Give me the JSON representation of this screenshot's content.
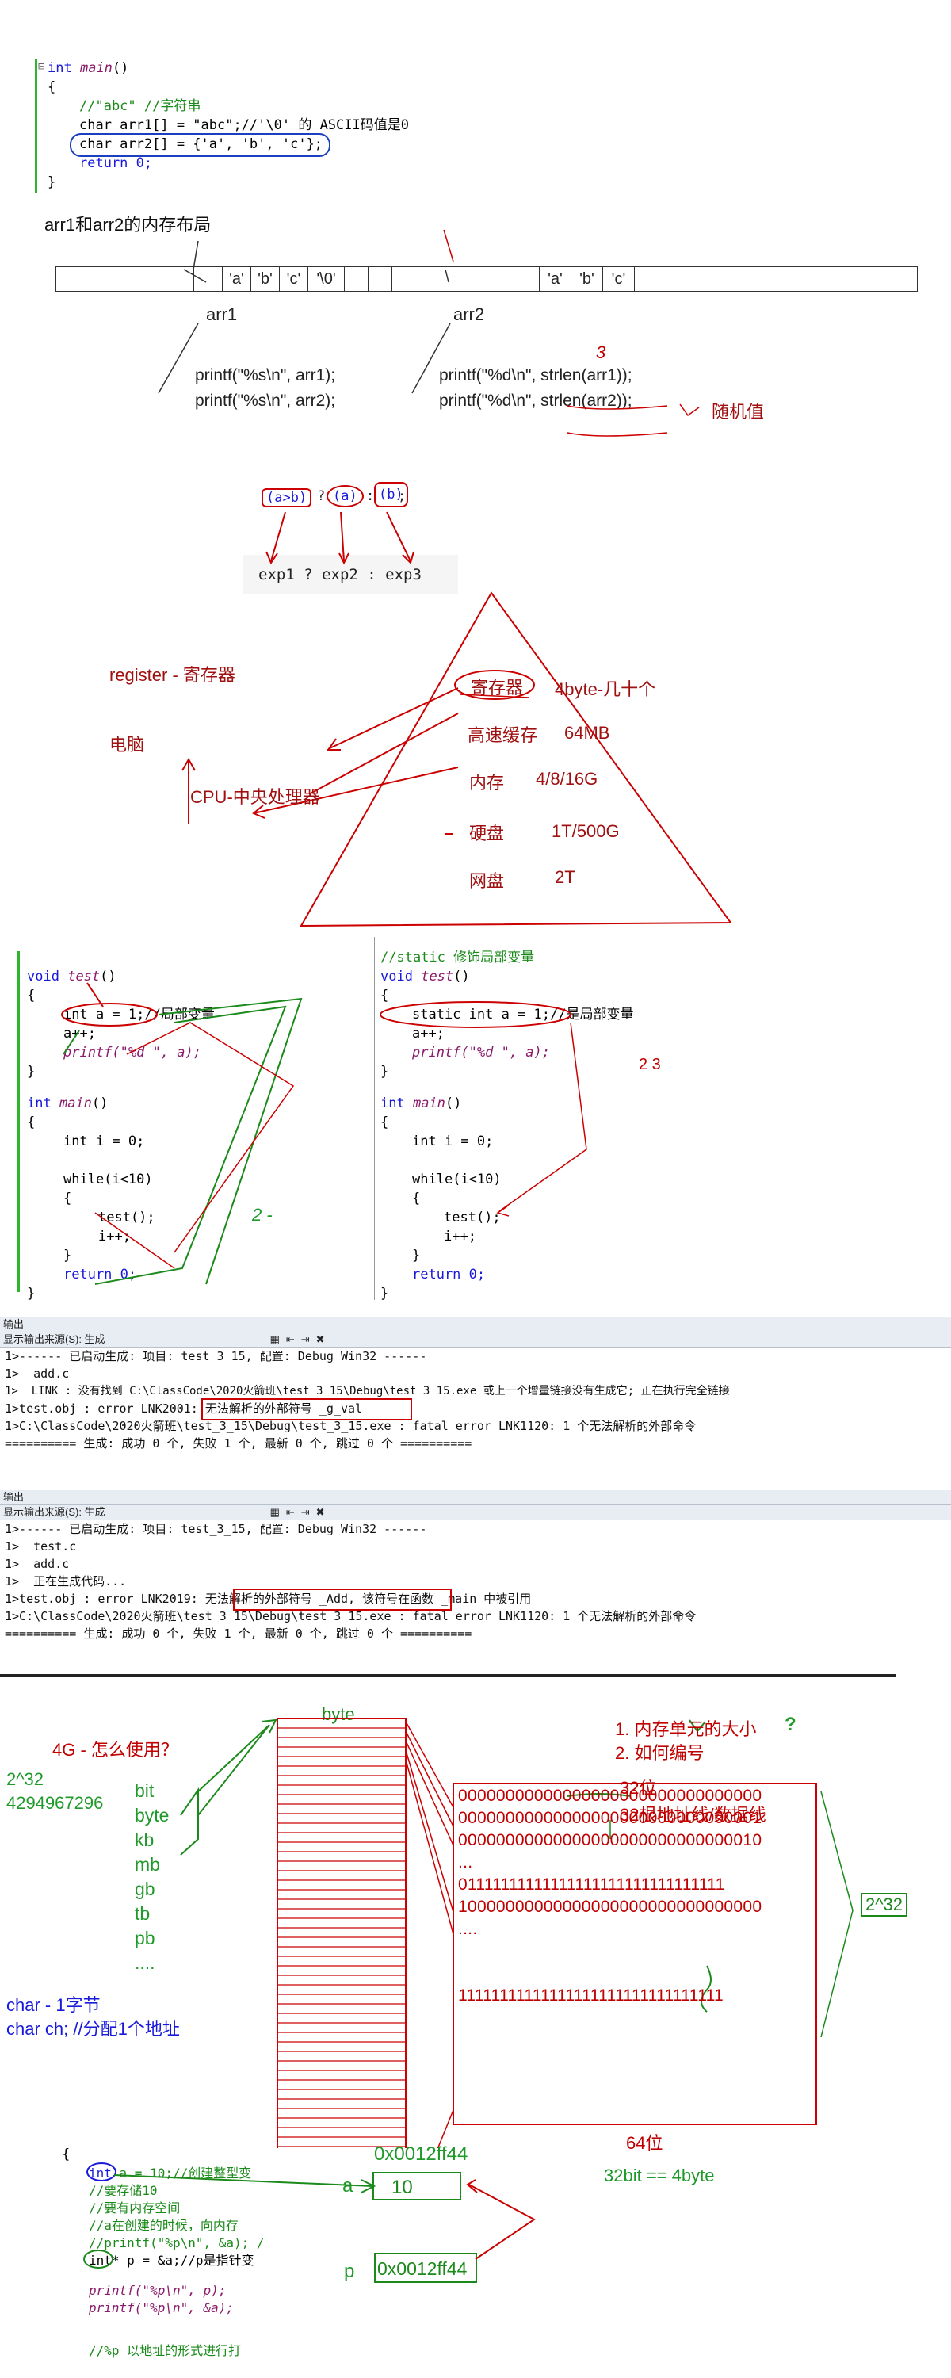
{
  "code1": {
    "line_main": "int main()",
    "line_open": "{",
    "line_comment": "//\"abc\" //字符串",
    "line_arr1": "char arr1[] = \"abc\";//'\\0' 的 ASCII码值是0",
    "line_arr2": "char arr2[] = {'a', 'b', 'c'};",
    "line_return": "return 0;",
    "line_close": "}"
  },
  "memory_layout": {
    "title": "arr1和arr2的内存布局",
    "arr1_cells": [
      "'a'",
      "'b'",
      "'c'",
      "'\\0'"
    ],
    "arr2_cells": [
      "'a'",
      "'b'",
      "'c'"
    ],
    "arr1_label": "arr1",
    "arr2_label": "arr2",
    "printf1": "printf(\"%s\\n\", arr1);",
    "printf2": "printf(\"%s\\n\", arr2);",
    "strlen1": "printf(\"%d\\n\", strlen(arr1));",
    "strlen2": "printf(\"%d\\n\", strlen(arr2));",
    "mark_3": "3",
    "random_note": "随机值"
  },
  "ternary": {
    "cond": "(a>b)",
    "q": "?",
    "a": "(a)",
    "colon": ":",
    "b": "(b)",
    "semi": ";",
    "expr": "exp1 ? exp2 : exp3"
  },
  "pyramid": {
    "register_title": "register - 寄存器",
    "computer": "电脑",
    "cpu": "CPU-中央处理器",
    "levels": [
      {
        "name": "寄存器",
        "size": "4byte-几十个"
      },
      {
        "name": "高速缓存",
        "size": "64MB"
      },
      {
        "name": "内存",
        "size": "4/8/16G"
      },
      {
        "name": "硬盘",
        "size": "1T/500G"
      },
      {
        "name": "网盘",
        "size": "2T"
      }
    ]
  },
  "code_left": {
    "l1": "void test()",
    "l2": "{",
    "l3": "int a = 1;//局部变量",
    "l4": "a++;",
    "l5": "printf(\"%d \", a);",
    "l6": "}",
    "l7": "int main()",
    "l8": "{",
    "l9": "int i = 0;",
    "l10": "while(i<10)",
    "l11": "{",
    "l12": "test();",
    "l13": "i++;",
    "l14": "}",
    "l15": "return 0;",
    "l16": "}",
    "note_2": "2 -"
  },
  "code_right": {
    "l0": "//static 修饰局部变量",
    "l1": "void test()",
    "l2": "{",
    "l3": "static int a = 1;//是局部变量",
    "l4": "a++;",
    "l5": "printf(\"%d \", a);",
    "l6": "}",
    "l7": "int main()",
    "l8": "{",
    "l9": "int i = 0;",
    "l10": "while(i<10)",
    "l11": "{",
    "l12": "test();",
    "l13": "i++;",
    "l14": "}",
    "l15": "return 0;",
    "l16": "}",
    "note_23": "2 3"
  },
  "output1": {
    "header": "输出",
    "source_label": "显示输出来源(S): 生成",
    "lines": [
      "1>------ 已启动生成: 项目: test_3_15, 配置: Debug Win32 ------",
      "1>  add.c",
      "1>  LINK : 没有找到 C:\\ClassCode\\2020火箭班\\test_3_15\\Debug\\test_3_15.exe 或上一个增量链接没有生成它; 正在执行完全链接",
      "1>test.obj : error LNK2001: 无法解析的外部符号 _g_val",
      "1>C:\\ClassCode\\2020火箭班\\test_3_15\\Debug\\test_3_15.exe : fatal error LNK1120: 1 个无法解析的外部命令",
      "========== 生成: 成功 0 个, 失败 1 个, 最新 0 个, 跳过 0 个 =========="
    ]
  },
  "output2": {
    "header": "输出",
    "source_label": "显示输出来源(S): 生成",
    "lines": [
      "1>------ 已启动生成: 项目: test_3_15, 配置: Debug Win32 ------",
      "1>  test.c",
      "1>  add.c",
      "1>  正在生成代码...",
      "1>test.obj : error LNK2019: 无法解析的外部符号 _Add, 该符号在函数 _main 中被引用",
      "1>C:\\ClassCode\\2020火箭班\\test_3_15\\Debug\\test_3_15.exe : fatal error LNK1120: 1 个无法解析的外部命令",
      "========== 生成: 成功 0 个, 失败 1 个, 最新 0 个, 跳过 0 个 =========="
    ]
  },
  "memory": {
    "q_4g": "4G - 怎么使用？",
    "pow": "2^32",
    "num": "4294967296",
    "units": [
      "bit",
      "byte",
      "kb",
      "mb",
      "gb",
      "tb",
      "pb",
      "...."
    ],
    "byte_label": "byte",
    "q1": "1. 内存单元的大小",
    "q2": "2. 如何编号",
    "bits32": "32位",
    "lines32": "32根地址线/数据线",
    "binary": [
      "00000000000000000000000000000000",
      "00000000000000000000000000000001",
      "00000000000000000000000000000010",
      "...",
      "01111111111111111111111111111111",
      "10000000000000000000000000000000",
      "....",
      "",
      "",
      "11111111111111111111111111111111"
    ],
    "pow_box": "2^32",
    "bits64": "64位",
    "bit32byte": "32bit == 4byte",
    "char_note1": "char  - 1字节",
    "char_note2": "char ch; //分配1个地址"
  },
  "code_bottom": {
    "brace": "{",
    "l1": "int a = 10;//创建整型变",
    "l2": "//要存储10",
    "l3": "//要有内存空间",
    "l4": "//a在创建的时候，向内存",
    "l5": "//printf(\"%p\\n\", &a); /",
    "l6": "int* p = &a;//p是指针变",
    "l7": "printf(\"%p\\n\", p);",
    "l8": "printf(\"%p\\n\", &a);",
    "l9": "//%p 以地址的形式进行打",
    "addr": "0x0012ff44",
    "a_label": "a",
    "a_value": "10",
    "p_label": "p",
    "p_value": "0x0012ff44"
  }
}
